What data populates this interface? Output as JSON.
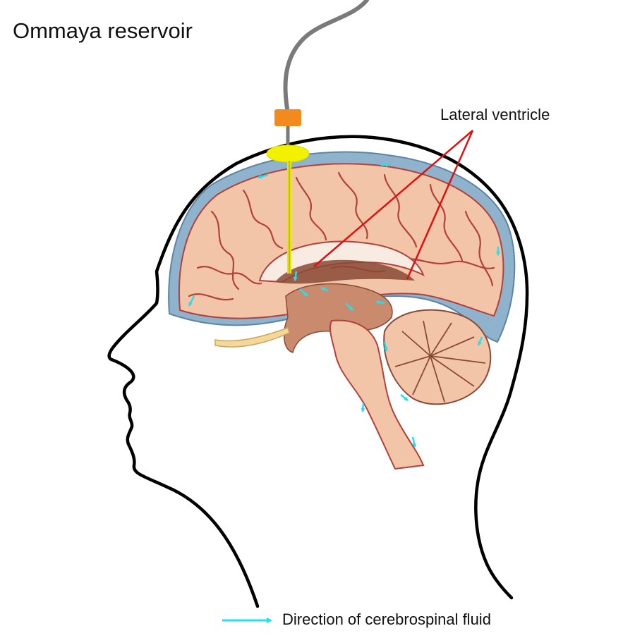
{
  "title": "Ommaya reservoir",
  "callout_label": "Lateral ventricle",
  "legend": {
    "label": "Direction of cerebrospinal fluid",
    "arrow_color": "#22e0f0"
  },
  "colors": {
    "head_outline": "#000000",
    "catheter_cable": "#7a7a7a",
    "connector": "#f28a1e",
    "reservoir": "#f2f200",
    "callout_lines": "#e01010",
    "meninges": "#8fb3cc",
    "brain_tissue": "#f2c4a8",
    "sulci": "#b3413b",
    "csf_flow": "#22e0f0"
  },
  "icons": [
    "head-silhouette",
    "brain-sagittal-section",
    "ommaya-reservoir",
    "catheter",
    "cerebellum",
    "brainstem",
    "csf-flow-arrow"
  ]
}
